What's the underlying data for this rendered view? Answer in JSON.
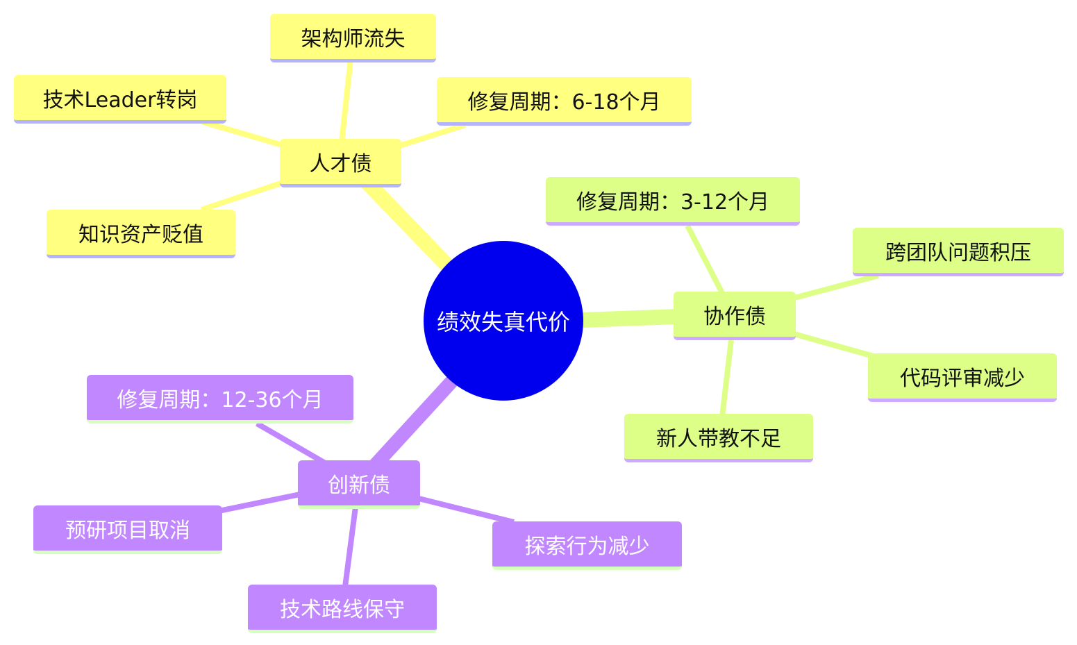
{
  "colors": {
    "root": "#0000ee",
    "talent": "#ffff80",
    "collab": "#ddff88",
    "innovation": "#c187ff"
  },
  "root": {
    "label": "绩效失真代价"
  },
  "branches": {
    "talent": {
      "label": "人才债",
      "children": [
        "架构师流失",
        "技术Leader转岗",
        "修复周期：6-18个月",
        "知识资产贬值"
      ]
    },
    "collab": {
      "label": "协作债",
      "children": [
        "修复周期：3-12个月",
        "跨团队问题积压",
        "代码评审减少",
        "新人带教不足"
      ]
    },
    "innovation": {
      "label": "创新债",
      "children": [
        "修复周期：12-36个月",
        "预研项目取消",
        "探索行为减少",
        "技术路线保守"
      ]
    }
  }
}
